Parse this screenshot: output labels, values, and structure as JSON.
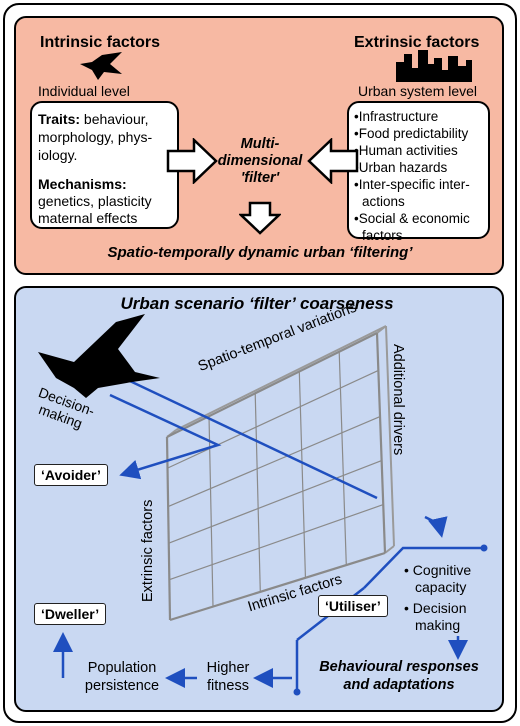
{
  "top": {
    "intrinsic_title": "Intrinsic factors",
    "extrinsic_title": "Extrinsic factors",
    "individual_level": "Individual level",
    "urban_level": "Urban system level",
    "traits_label": "Traits:",
    "traits_lines": [
      " behaviour,",
      "morphology, phys-",
      "iology."
    ],
    "mechanisms_label": "Mechanisms:",
    "mechanisms_lines": [
      "genetics, plasticity",
      "maternal effects"
    ],
    "extrinsic_items": [
      "•Infrastructure",
      "•Food predictability",
      "•Human activities",
      "•Urban hazards",
      "•Inter-specific inter-",
      "  actions",
      "•Social & economic",
      "  factors"
    ],
    "filter_lines": [
      "Multi-",
      "dimensional",
      "'filter'"
    ],
    "dynamic_caption": "Spatio-temporally dynamic urban ‘filtering’"
  },
  "bottom": {
    "title": "Urban scenario ‘filter’ coarseness",
    "spatio_temporal": "Spatio-temporal variations",
    "additional_drivers": "Additional drivers",
    "extrinsic_axis": "Extrinsic factors",
    "intrinsic_axis": "Intrinsic factors",
    "decision_lines": [
      "Decision-",
      "making"
    ],
    "avoider": "‘Avoider’",
    "utiliser": "‘Utiliser’",
    "dweller": "‘Dweller’",
    "cognitive_lines": [
      "• Cognitive",
      "capacity"
    ],
    "decision_making_lines": [
      "• Decision",
      "making"
    ],
    "behavioural_lines": [
      "Behavioural responses",
      "and adaptations"
    ],
    "higher_fitness_lines": [
      "Higher",
      "fitness"
    ],
    "population_lines": [
      "Population",
      "persistence"
    ]
  },
  "colors": {
    "top_panel": "#f7b9a3",
    "bottom_panel": "#c9d8f2",
    "arrow_blue": "#1f4fbf"
  }
}
